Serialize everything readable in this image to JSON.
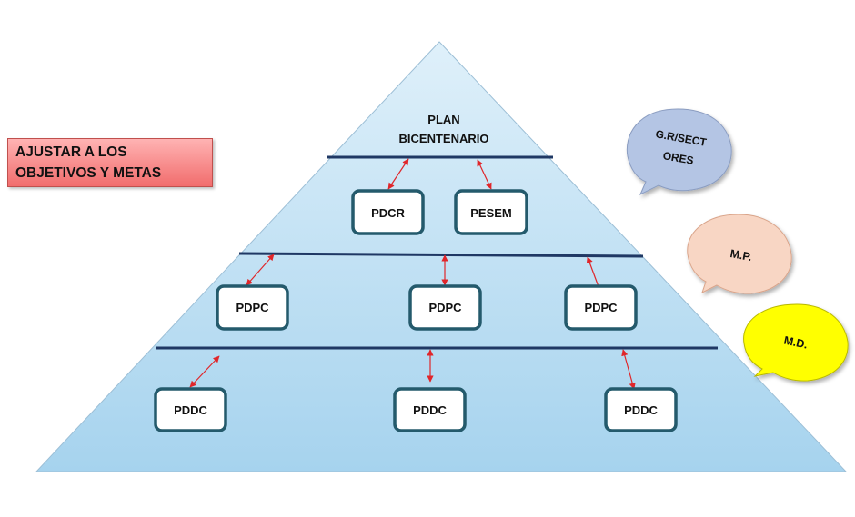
{
  "banner": {
    "text": "AJUSTAR A LOS OBJETIVOS Y METAS"
  },
  "apex": {
    "line1": "PLAN",
    "line2": "BICENTENARIO"
  },
  "level1_boxes": [
    "PDCR",
    "PESEM"
  ],
  "level2_boxes": [
    "PDPC",
    "PDPC",
    "PDPC"
  ],
  "level3_boxes": [
    "PDDC",
    "PDDC",
    "PDDC"
  ],
  "bubbles": [
    {
      "line1": "G.R/SECT",
      "line2": "ORES",
      "fill": "#b4c5e4"
    },
    {
      "line1": "M.P.",
      "line2": "",
      "fill": "#f8d6c4"
    },
    {
      "line1": "M.D.",
      "line2": "",
      "fill": "#ffff00"
    }
  ],
  "colors": {
    "pyramid_top": "#dff0fa",
    "pyramid_bottom": "#a6d3ee",
    "divider": "#1f3864",
    "box_border": "#245a6c",
    "arrow": "#e0262a"
  }
}
